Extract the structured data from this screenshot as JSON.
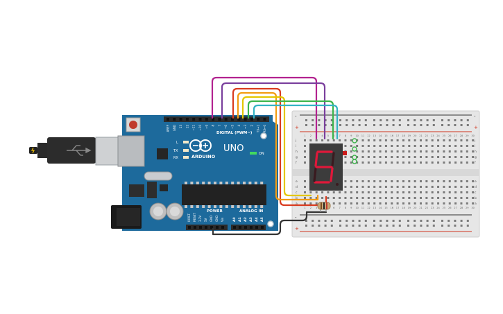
{
  "board": {
    "logo_text": "ARDUINO",
    "model": "UNO",
    "digital_label": "DIGITAL (PWM~)",
    "power_label": "POWER",
    "analog_label": "ANALOG IN",
    "on_label": "ON",
    "led_labels": [
      "L",
      "TX",
      "RX"
    ],
    "digital_pins": [
      "AREF",
      "GND",
      "13",
      "12",
      "~11",
      "~10",
      "~9",
      "8",
      "7",
      "~6",
      "~5",
      "4",
      "~3",
      "2",
      "TX→1",
      "RX←0"
    ],
    "power_pins": [
      "IOREF",
      "RESET",
      "3.3V",
      "5V",
      "GND",
      "GND",
      "Vin"
    ],
    "analog_pins": [
      "A0",
      "A1",
      "A2",
      "A3",
      "A4",
      "A5"
    ]
  },
  "display": {
    "digit": "5"
  },
  "breadboard": {
    "rail_plus": "+",
    "rail_minus": "-",
    "row_letters_top": [
      "j",
      "i",
      "h",
      "g",
      "f"
    ],
    "row_letters_bottom": [
      "e",
      "d",
      "c",
      "b",
      "a"
    ],
    "columns": 30
  },
  "wires": [
    {
      "name": "magenta",
      "color": "#b2228f"
    },
    {
      "name": "purple",
      "color": "#7a3f9d"
    },
    {
      "name": "red",
      "color": "#d93b1f"
    },
    {
      "name": "orange",
      "color": "#f39c12"
    },
    {
      "name": "yellow",
      "color": "#e3c700"
    },
    {
      "name": "green",
      "color": "#3cb44b"
    },
    {
      "name": "cyan",
      "color": "#34b3c4"
    },
    {
      "name": "ground",
      "color": "#333333"
    }
  ],
  "colors": {
    "board_blue": "#1d6a9c",
    "header_black": "#2b2b2b",
    "segment_on": "#e0183a",
    "segment_off": "#3a1a1f"
  }
}
